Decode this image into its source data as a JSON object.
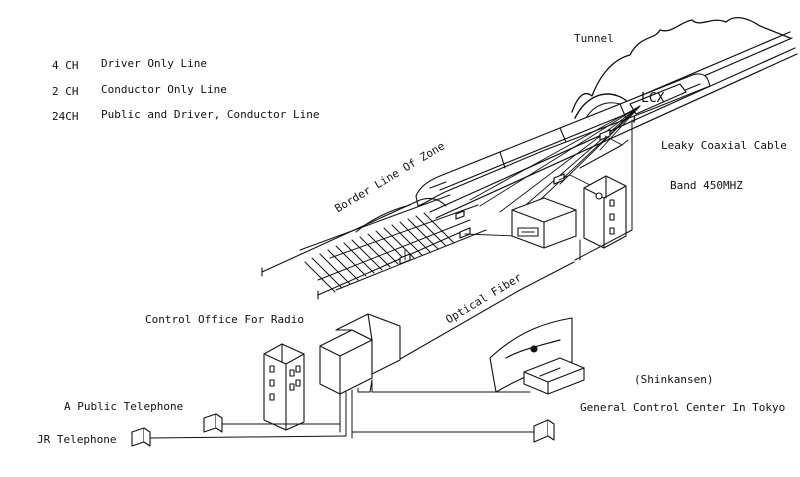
{
  "legend": [
    {
      "channels": "4 CH",
      "description": "Driver  Only  Line"
    },
    {
      "channels": "2 CH",
      "description": "Conductor Only  Line"
    },
    {
      "channels": "24CH",
      "description": "Public and Driver, Conductor Line"
    }
  ],
  "labels": {
    "tunnel": "Tunnel",
    "lcx": "LCX",
    "leaky_cable": "Leaky Coaxial Cable",
    "band": "Band  450MHZ",
    "border_line": "Border Line Of Zone",
    "optical_fiber": "Optical Fiber",
    "control_office": "Control Office For  Radio",
    "public_telephone": "A Public Telephone",
    "jr_telephone": "JR Telephone",
    "shinkansen": "(Shinkansen)",
    "general_control": "General Control Center In Tokyo"
  }
}
